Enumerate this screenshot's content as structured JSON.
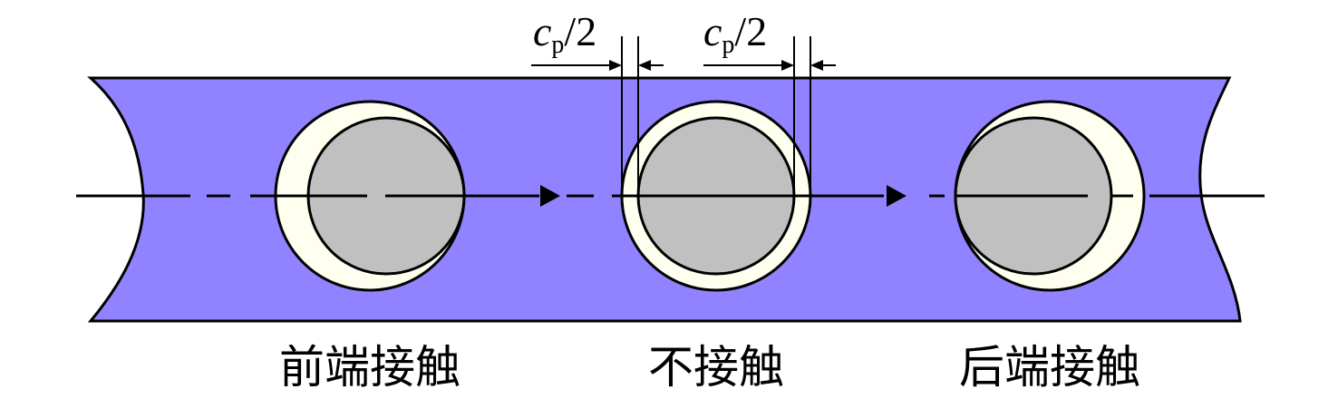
{
  "labels": {
    "front_contact": "前端接触",
    "no_contact": "不接触",
    "rear_contact": "后端接触"
  },
  "dimension": {
    "symbol": "c",
    "subscript": "p",
    "suffix": "/2"
  },
  "colors": {
    "plate_fill": "#9183FF",
    "hole_fill": "#FFFFF0",
    "pin_fill": "#C0C0C0",
    "outline": "#000000"
  }
}
